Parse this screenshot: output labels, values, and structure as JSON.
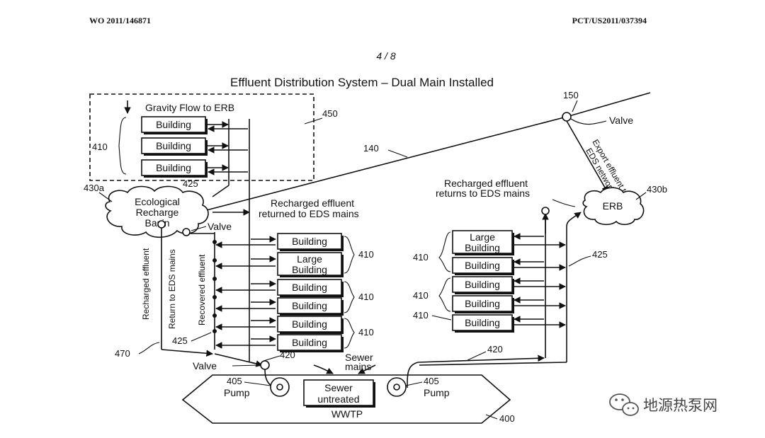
{
  "header": {
    "left": "WO 2011/146871",
    "right": "PCT/US2011/037394",
    "page": "4 / 8"
  },
  "figure": {
    "title": "Effluent Distribution System – Dual Main Installed",
    "gravity_flow": "Gravity Flow to ERB",
    "erb_label": "ERB",
    "basin_line1": "Ecological",
    "basin_line2": "Recharge",
    "basin_line3": "Basin",
    "valve": "Valve",
    "recharged_returned_line1": "Recharged effluent",
    "recharged_returned_line2": "returned to EDS mains",
    "recharged_returns_line1": "Recharged effluent",
    "recharged_returns_line2": "returns to EDS mains",
    "export_line1": "Export effluent to",
    "export_line2": "EDS network",
    "recharged_return_vert1": "Recharged effluent",
    "recharged_return_vert2": "Return to EDS mains",
    "recovered_vert": "Recovered effluent",
    "building": "Building",
    "large": "Large",
    "sewer_mains_line1": "Sewer",
    "sewer_mains_line2": "mains",
    "sewer_untreated_line1": "Sewer",
    "sewer_untreated_line2": "untreated",
    "pump": "Pump",
    "wwtp": "WWTP",
    "refs": {
      "r150": "150",
      "r140": "140",
      "r450": "450",
      "r410": "410",
      "r425": "425",
      "r430a": "430a",
      "r430b": "430b",
      "r420": "420",
      "r470": "470",
      "r405": "405",
      "r400": "400"
    }
  },
  "watermark": {
    "text": "地源热泵网",
    "icon": "wechat-icon"
  }
}
